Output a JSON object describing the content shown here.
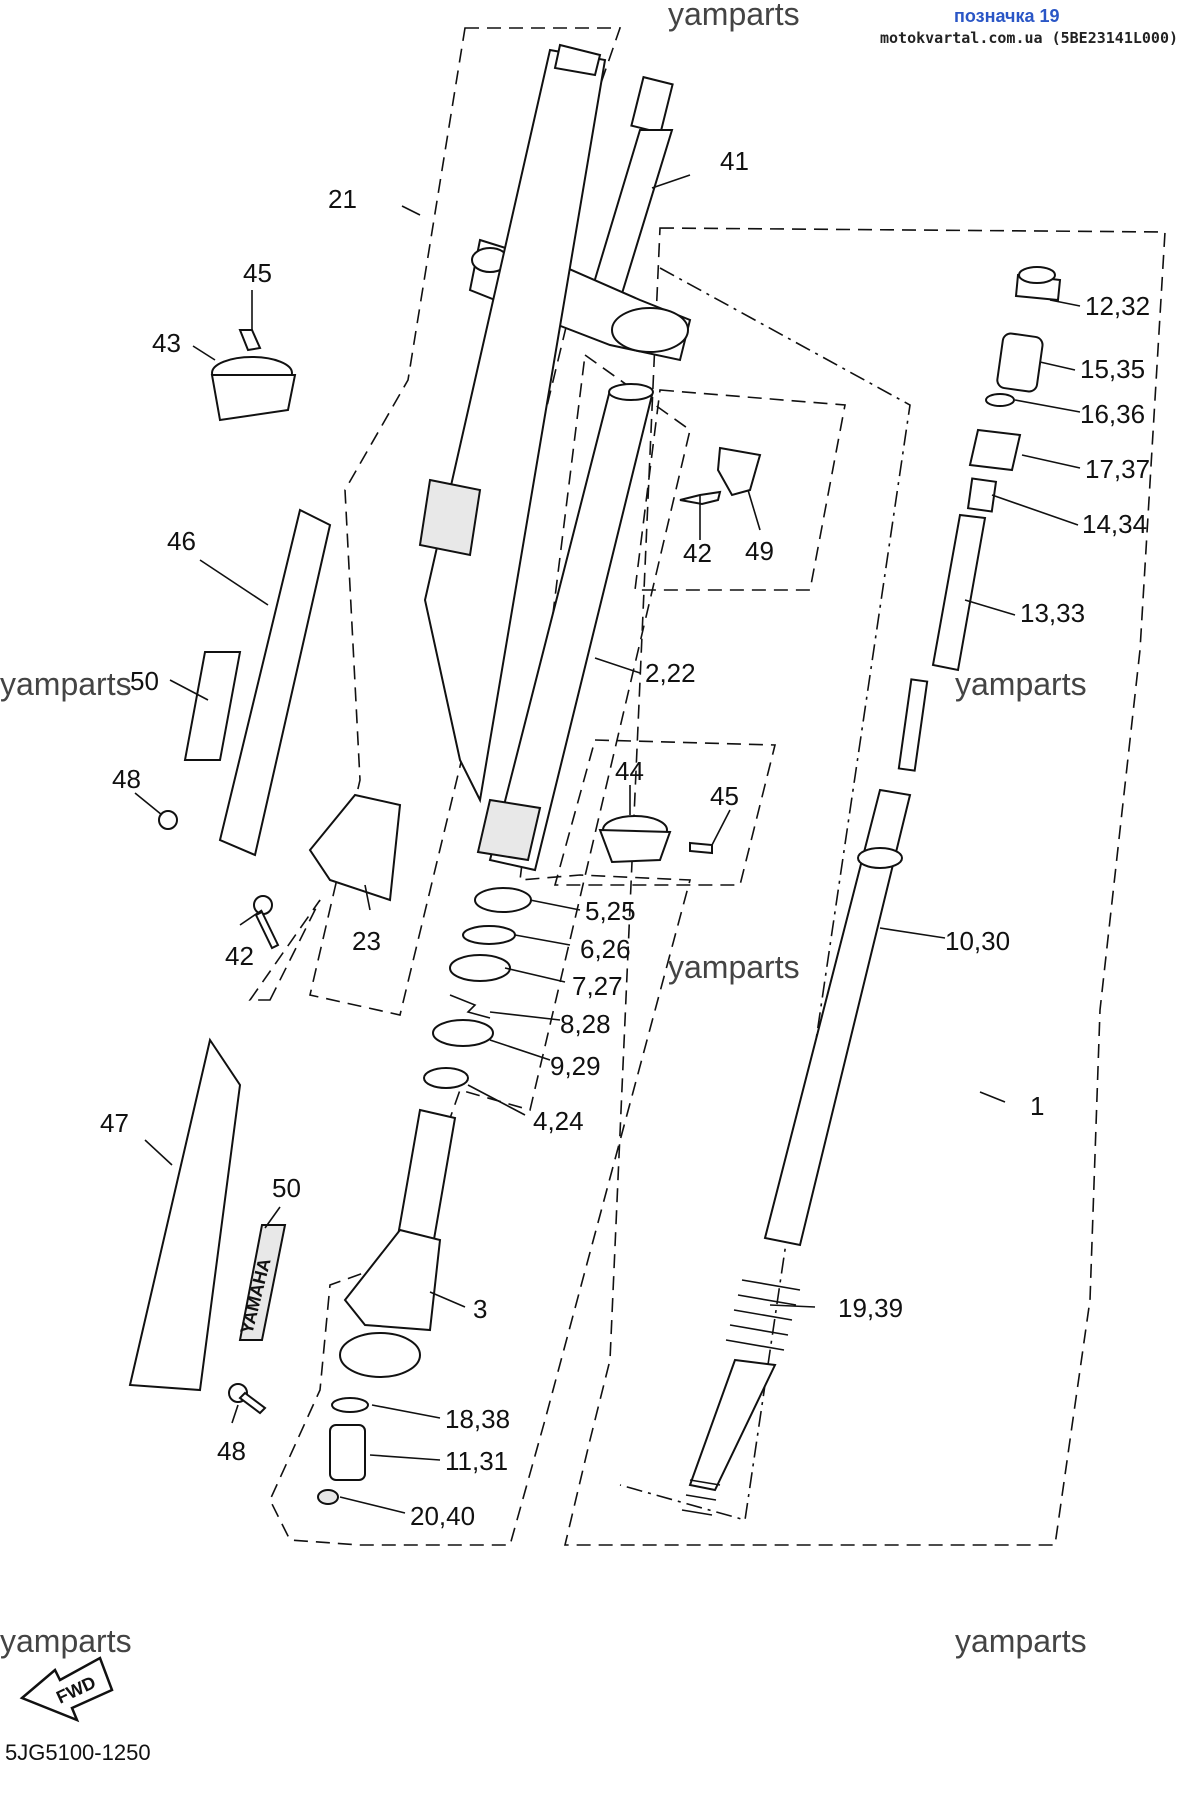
{
  "header": {
    "page_ref": "позначка 19",
    "site_ref": "motokvartal.com.ua (5BE23141L000)"
  },
  "watermarks": [
    "yamparts",
    "yamparts",
    "yamparts",
    "yamparts",
    "yamparts",
    "yamparts"
  ],
  "fwd_label": "FWD",
  "diagram_code": "5JG5100-1250",
  "guard_text": "YAMAHA",
  "callouts": {
    "p1": "1",
    "p2_22": "2,22",
    "p3": "3",
    "p4_24": "4,24",
    "p5_25": "5,25",
    "p6_26": "6,26",
    "p7_27": "7,27",
    "p8_28": "8,28",
    "p9_29": "9,29",
    "p10_30": "10,30",
    "p11_31": "11,31",
    "p12_32": "12,32",
    "p13_33": "13,33",
    "p14_34": "14,34",
    "p15_35": "15,35",
    "p16_36": "16,36",
    "p17_37": "17,37",
    "p18_38": "18,38",
    "p19_39": "19,39",
    "p20_40": "20,40",
    "p21": "21",
    "p23": "23",
    "p41": "41",
    "p42a": "42",
    "p42b": "42",
    "p43": "43",
    "p44": "44",
    "p45a": "45",
    "p45b": "45",
    "p46": "46",
    "p47": "47",
    "p48a": "48",
    "p48b": "48",
    "p49": "49",
    "p50a": "50",
    "p50b": "50"
  }
}
